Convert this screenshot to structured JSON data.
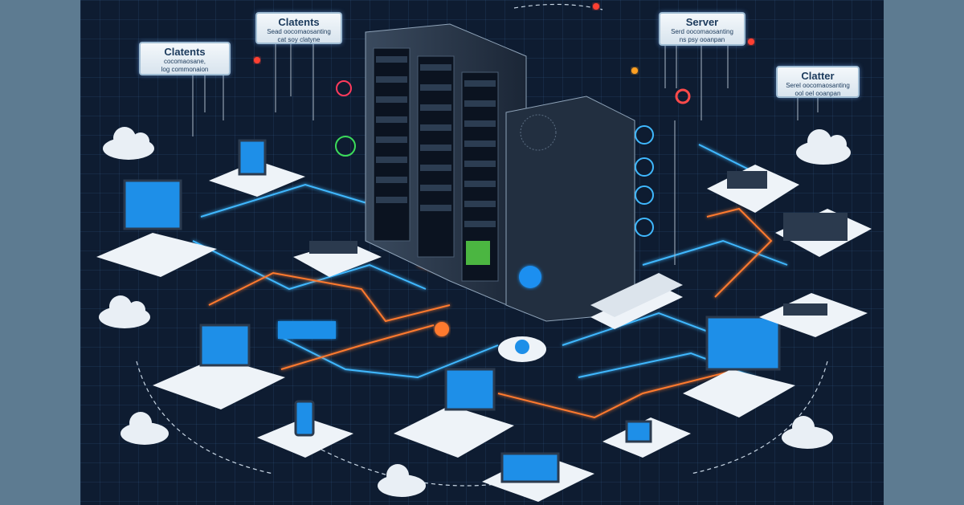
{
  "labels": {
    "clients_left": {
      "title": "Clatents",
      "line1": "cocomaosane,",
      "line2": "log commonaion"
    },
    "clients_top": {
      "title": "Clatents",
      "line1": "Sead oocomaosanting",
      "line2": "cat soy clatyne"
    },
    "server": {
      "title": "Server",
      "line1": "Serd oocomaosanting",
      "line2": "ns psy ooanpan"
    },
    "cluster": {
      "title": "Clatter",
      "line1": "Serel oocomaosanting",
      "line2": "ool oel ooanpan"
    }
  },
  "colors": {
    "background": "#0e1c31",
    "side_panels": "#5d7b91",
    "connection_blue": "#3fb8ff",
    "connection_orange": "#ff7a2e",
    "device_platform": "#eef3f8",
    "screen": "#1e8fe8"
  },
  "icons": [
    "server-rack-icon",
    "desktop-computer-icon",
    "laptop-icon",
    "smartphone-icon",
    "tablet-icon",
    "router-icon",
    "cloud-icon",
    "keyboard-icon",
    "access-point-icon"
  ]
}
